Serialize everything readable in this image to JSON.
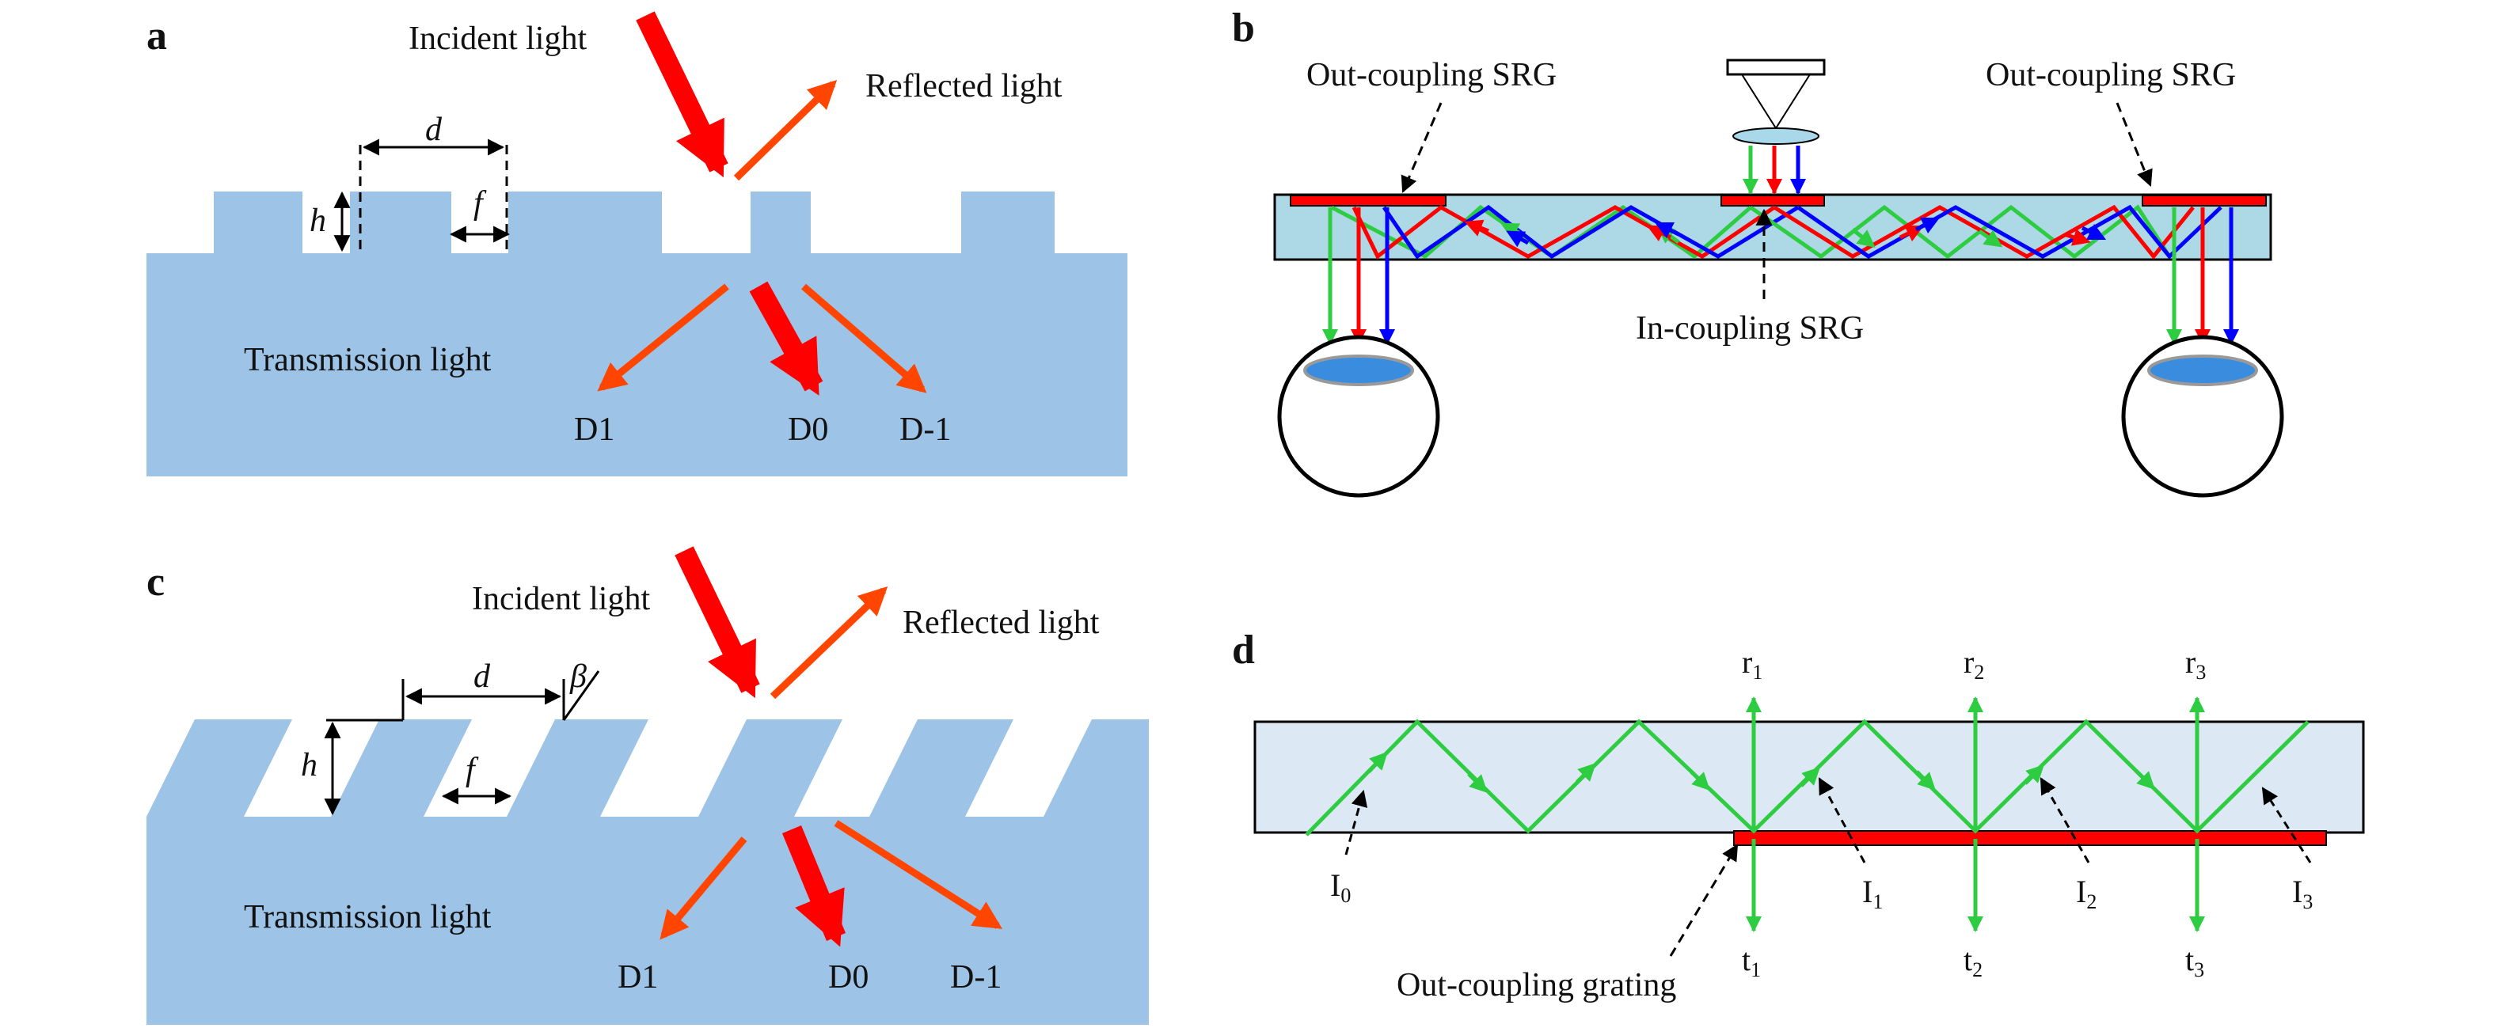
{
  "colors": {
    "substrate": "#9dc3e6",
    "waveguide_b": "#add8e6",
    "waveguide_d": "#dce9f5",
    "arrow_red": "#ff0000",
    "arrow_orange": "#ff4500",
    "grating_red": "#ff0000",
    "ray_green": "#2ecc40",
    "ray_blue": "#0000ff",
    "ray_red": "#ff0000",
    "outline": "#000000",
    "pupil": "#3a8dde"
  },
  "panel_a": {
    "letter": "a",
    "incident": "Incident light",
    "reflected": "Reflected  light",
    "transmission": "Transmission light",
    "d_symbol": "d",
    "h_symbol": "h",
    "f_symbol": "f",
    "orders": [
      "D1",
      "D0",
      "D-1"
    ]
  },
  "panel_b": {
    "letter": "b",
    "out_left": "Out-coupling SRG",
    "out_right": "Out-coupling SRG",
    "in_coupling": "In-coupling SRG"
  },
  "panel_c": {
    "letter": "c",
    "incident": "Incident light",
    "reflected": "Reflected light",
    "transmission": "Transmission light",
    "d_symbol": "d",
    "h_symbol": "h",
    "f_symbol": "f",
    "beta_symbol": "β",
    "orders": [
      "D1",
      "D0",
      "D-1"
    ]
  },
  "panel_d": {
    "letter": "d",
    "r_base": "r",
    "t_base": "t",
    "i_base": "I",
    "r_subs": [
      "1",
      "2",
      "3"
    ],
    "t_subs": [
      "1",
      "2",
      "3"
    ],
    "i_subs": [
      "0",
      "1",
      "2",
      "3"
    ],
    "grating_label": "Out-coupling grating"
  }
}
